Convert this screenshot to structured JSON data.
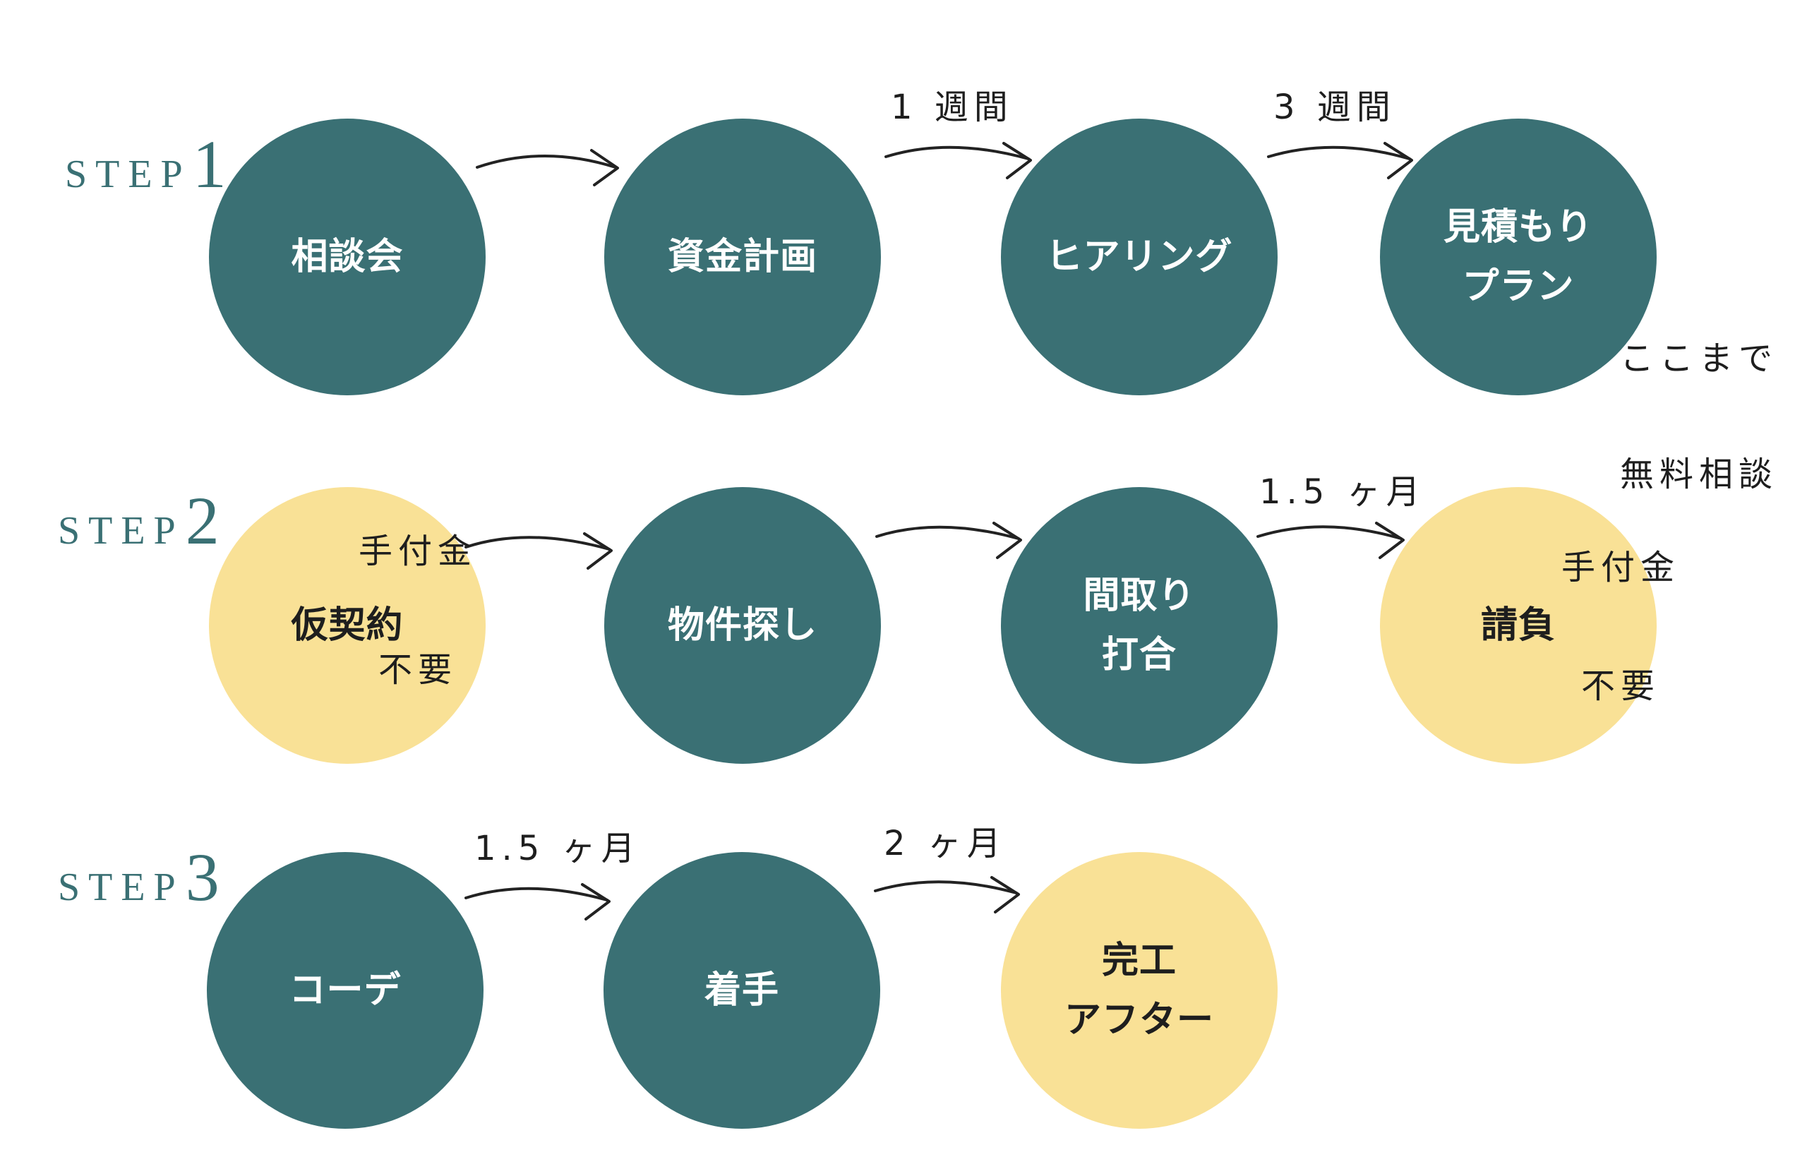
{
  "steps": [
    {
      "word": "STEP",
      "number": "1"
    },
    {
      "word": "STEP",
      "number": "2"
    },
    {
      "word": "STEP",
      "number": "3"
    }
  ],
  "nodes": {
    "step1": [
      {
        "label": "相談会",
        "color": "#3a7074"
      },
      {
        "label": "資金計画",
        "color": "#3a7074"
      },
      {
        "label": "ヒアリング",
        "color": "#3a7074"
      },
      {
        "label": "見積もり\nプラン",
        "color": "#3a7074"
      }
    ],
    "step2": [
      {
        "label": "仮契約",
        "color": "#f9e196"
      },
      {
        "label": "物件探し",
        "color": "#3a7074"
      },
      {
        "label": "間取り\n打合",
        "color": "#3a7074"
      },
      {
        "label": "請負",
        "color": "#f9e196"
      }
    ],
    "step3": [
      {
        "label": "コーデ",
        "color": "#3a7074"
      },
      {
        "label": "着手",
        "color": "#3a7074"
      },
      {
        "label": "完工\nアフター",
        "color": "#f9e196"
      }
    ]
  },
  "notes": {
    "week1": "1 週間",
    "week3": "3 週間",
    "free_consult": [
      "ここまで",
      "無料相談"
    ],
    "no_deposit_1": [
      "手付金",
      "不要"
    ],
    "no_deposit_2": [
      "手付金",
      "不要"
    ],
    "months_1_5_a": "1.5 ヶ月",
    "months_1_5_b": "1.5 ヶ月",
    "months_2": "2 ヶ月"
  }
}
